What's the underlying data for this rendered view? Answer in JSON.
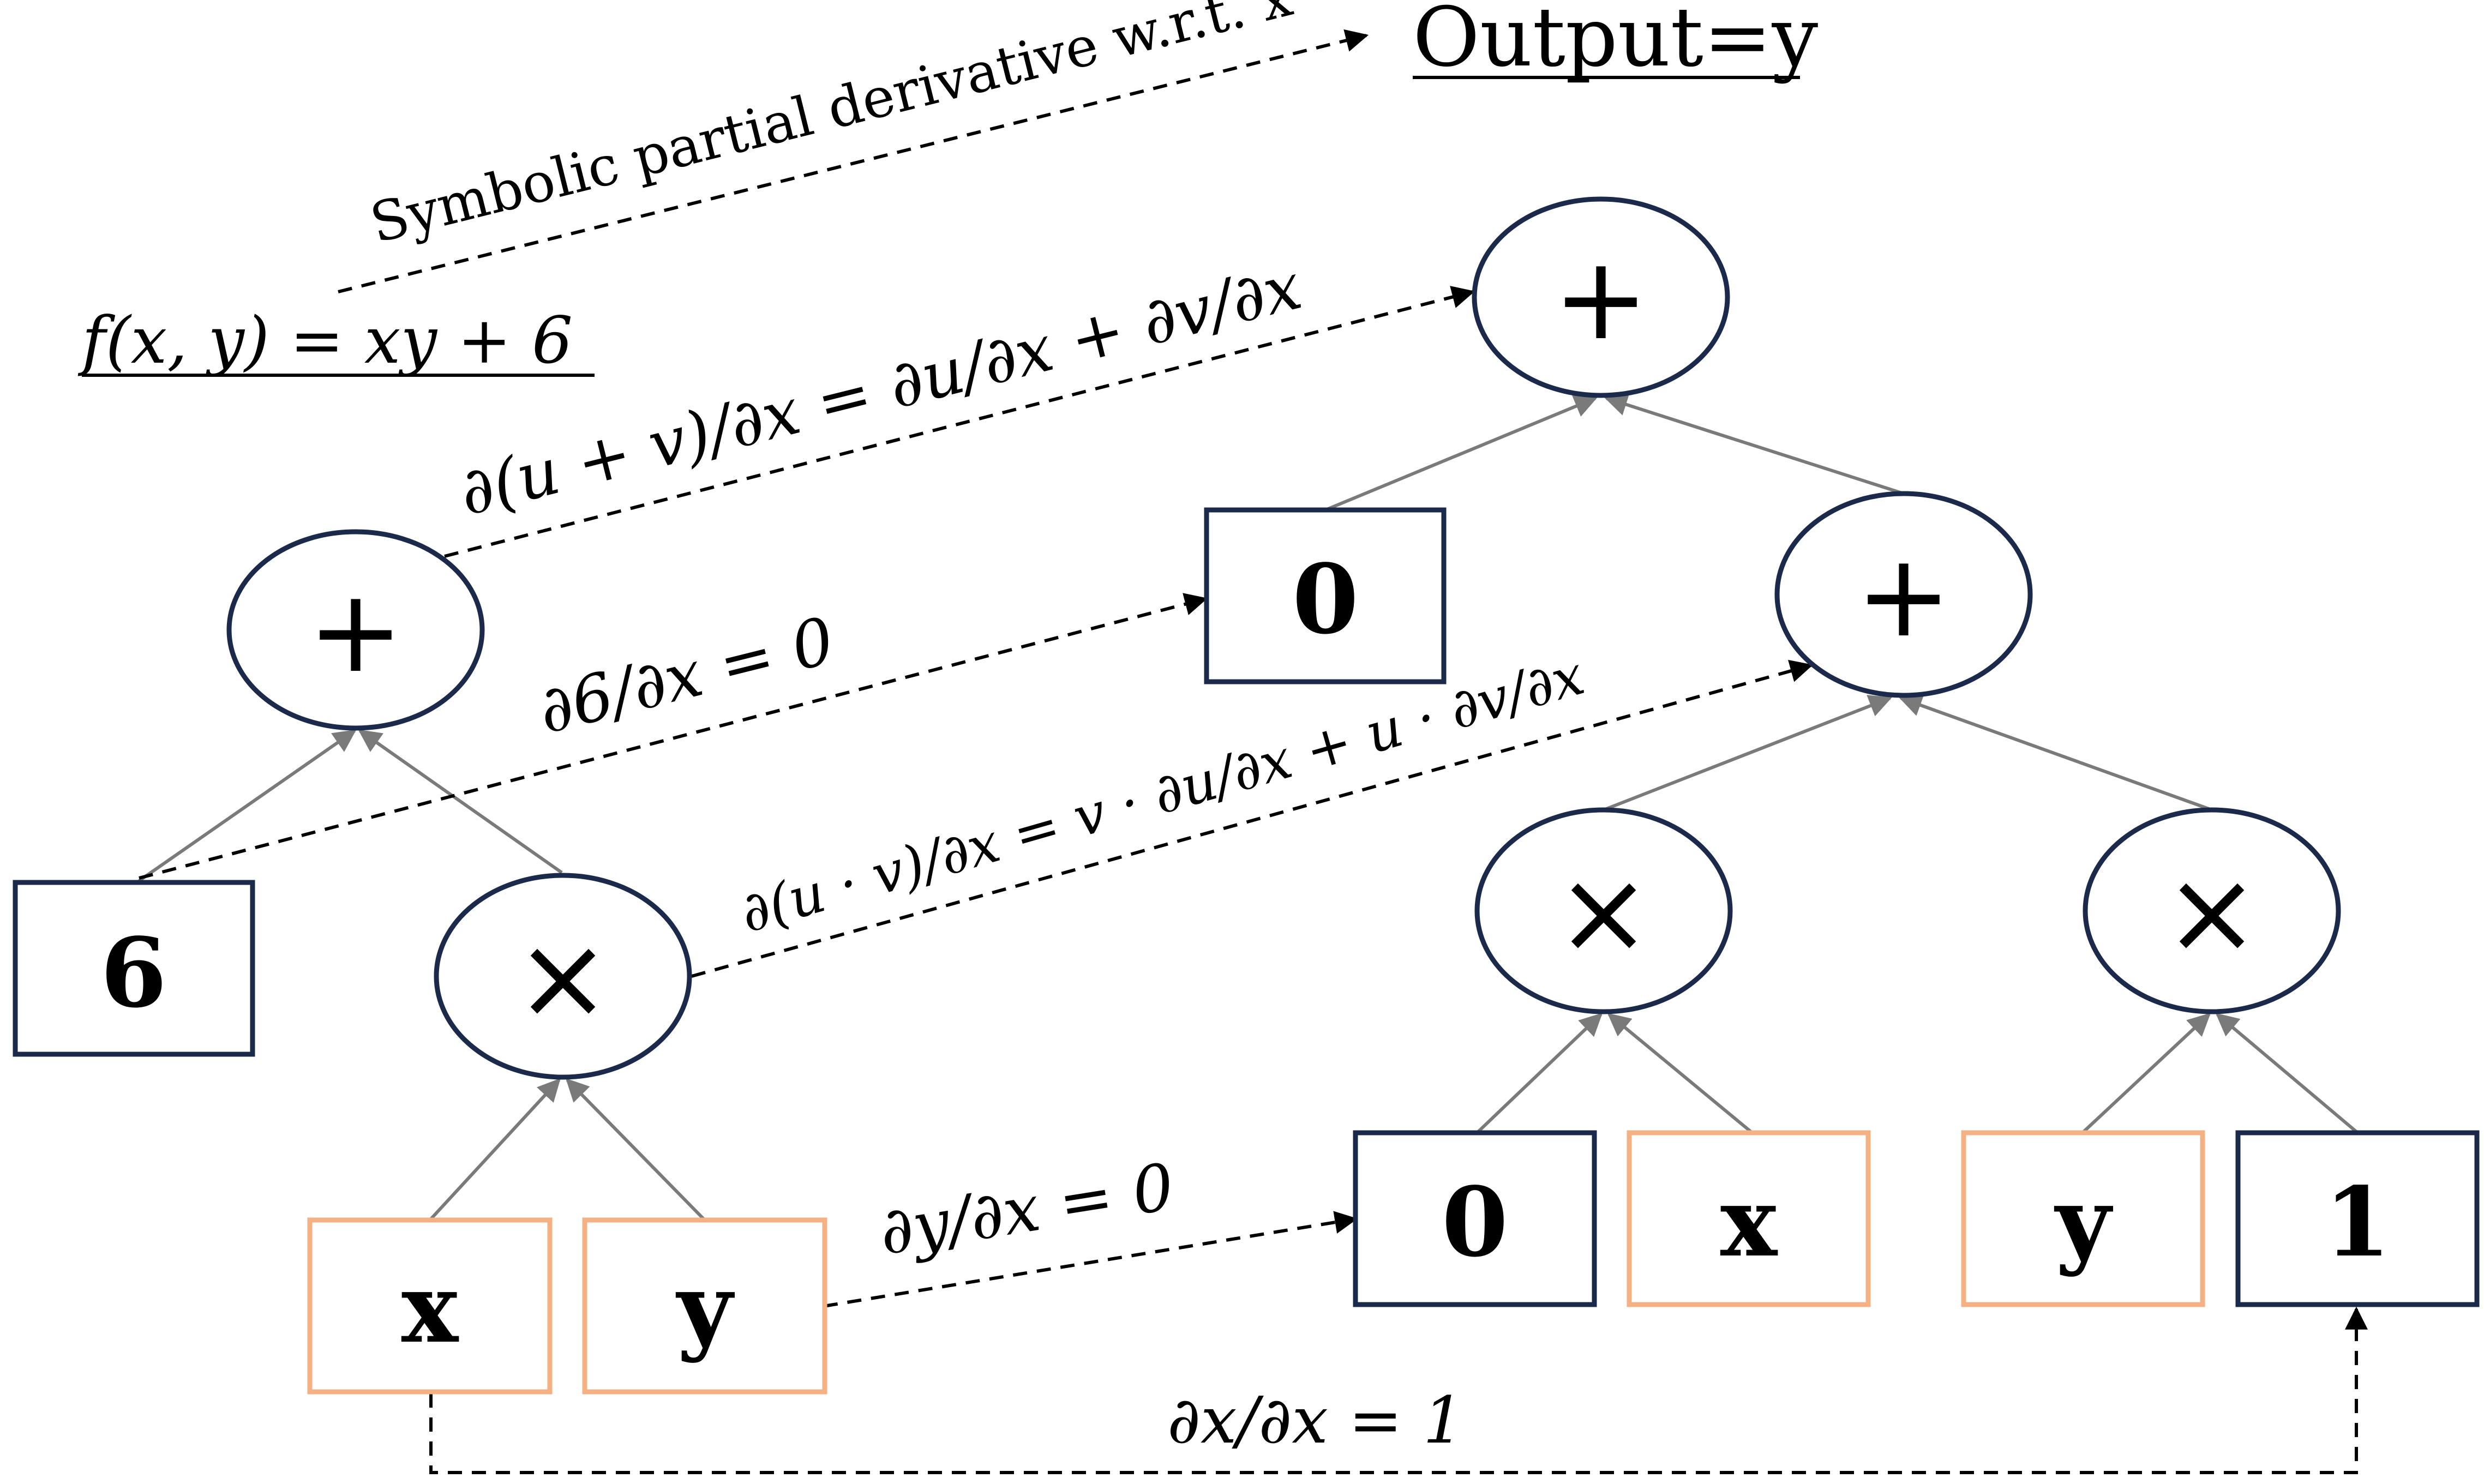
{
  "output_title": "Output=y",
  "input_function": "f(x, y) = xy + 6",
  "transform_label": "Symbolic partial derivative w.r.t. x",
  "left_tree": {
    "root_op": "+",
    "mul_op": "×",
    "const": "6",
    "var_x": "x",
    "var_y": "y"
  },
  "right_tree": {
    "root_op": "+",
    "const_zero": "0",
    "inner_add_op": "+",
    "mul_left_op": "×",
    "mul_right_op": "×",
    "leaf_zero": "0",
    "leaf_x": "x",
    "leaf_y": "y",
    "leaf_one": "1"
  },
  "rules": {
    "sum_rule": "∂(u + v)/∂x = ∂u/∂x + ∂v/∂x",
    "const_rule": "∂6/∂x = 0",
    "product_rule": "∂(u · v)/∂x = v · ∂u/∂x + u · ∂v/∂x",
    "dy_rule": "∂y/∂x = 0",
    "dx_rule": "∂x/∂x = 1"
  }
}
